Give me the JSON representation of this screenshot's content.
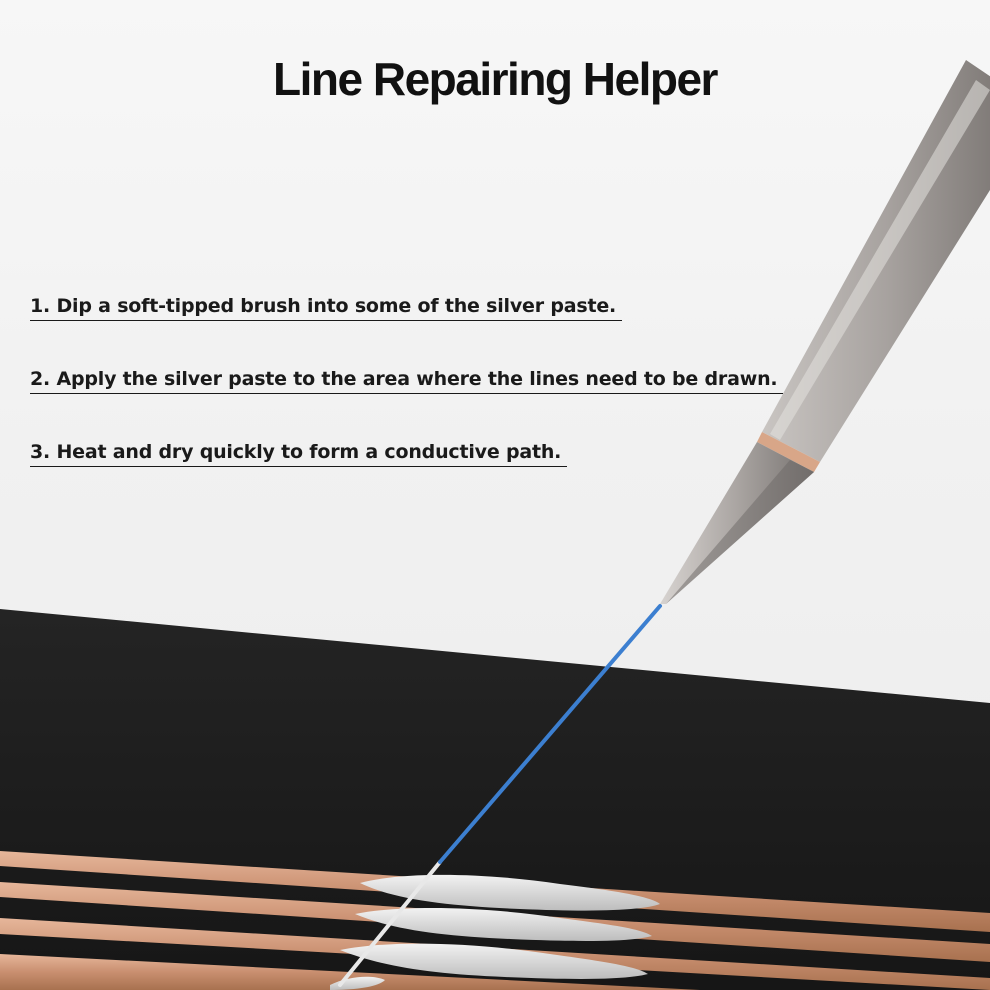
{
  "title": "Line Repairing Helper",
  "steps": [
    "1. Dip a soft-tipped brush into some of the silver paste.",
    "2. Apply the silver paste to the area where the lines need to be drawn.",
    "3. Heat and dry quickly to form a conductive path."
  ],
  "colors": {
    "text": "#111111",
    "board": "#1c1c1c",
    "copper_trace": "#d09a7c",
    "silver_paste": "#dcdcdc",
    "drawn_line": "#3c7fd0",
    "pen_body": "#a9a5a3"
  },
  "icons": [
    "repair-pen-icon"
  ]
}
